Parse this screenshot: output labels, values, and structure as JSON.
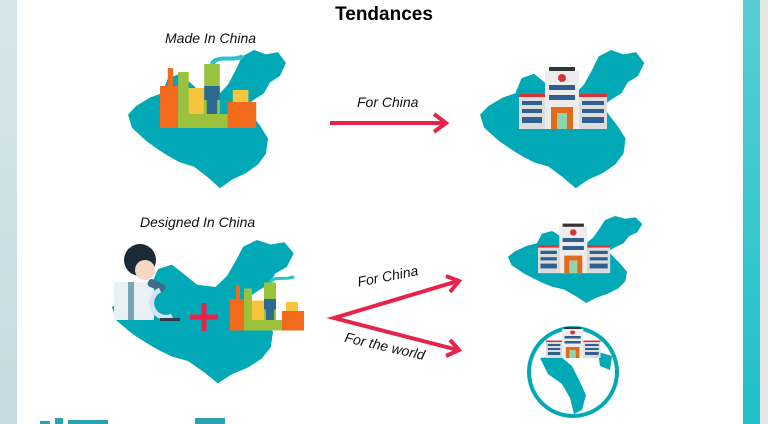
{
  "slide": {
    "title": "Tendances",
    "top_row": {
      "source_label": "Made In China",
      "arrow_label": "For China"
    },
    "bottom_row": {
      "source_label": "Designed In China",
      "arrow_label_china": "For China",
      "arrow_label_world": "For the world"
    }
  },
  "colors": {
    "map": "#00a9b5",
    "arrow": "#e8234a",
    "accent_strip": "#1ec0c8"
  }
}
